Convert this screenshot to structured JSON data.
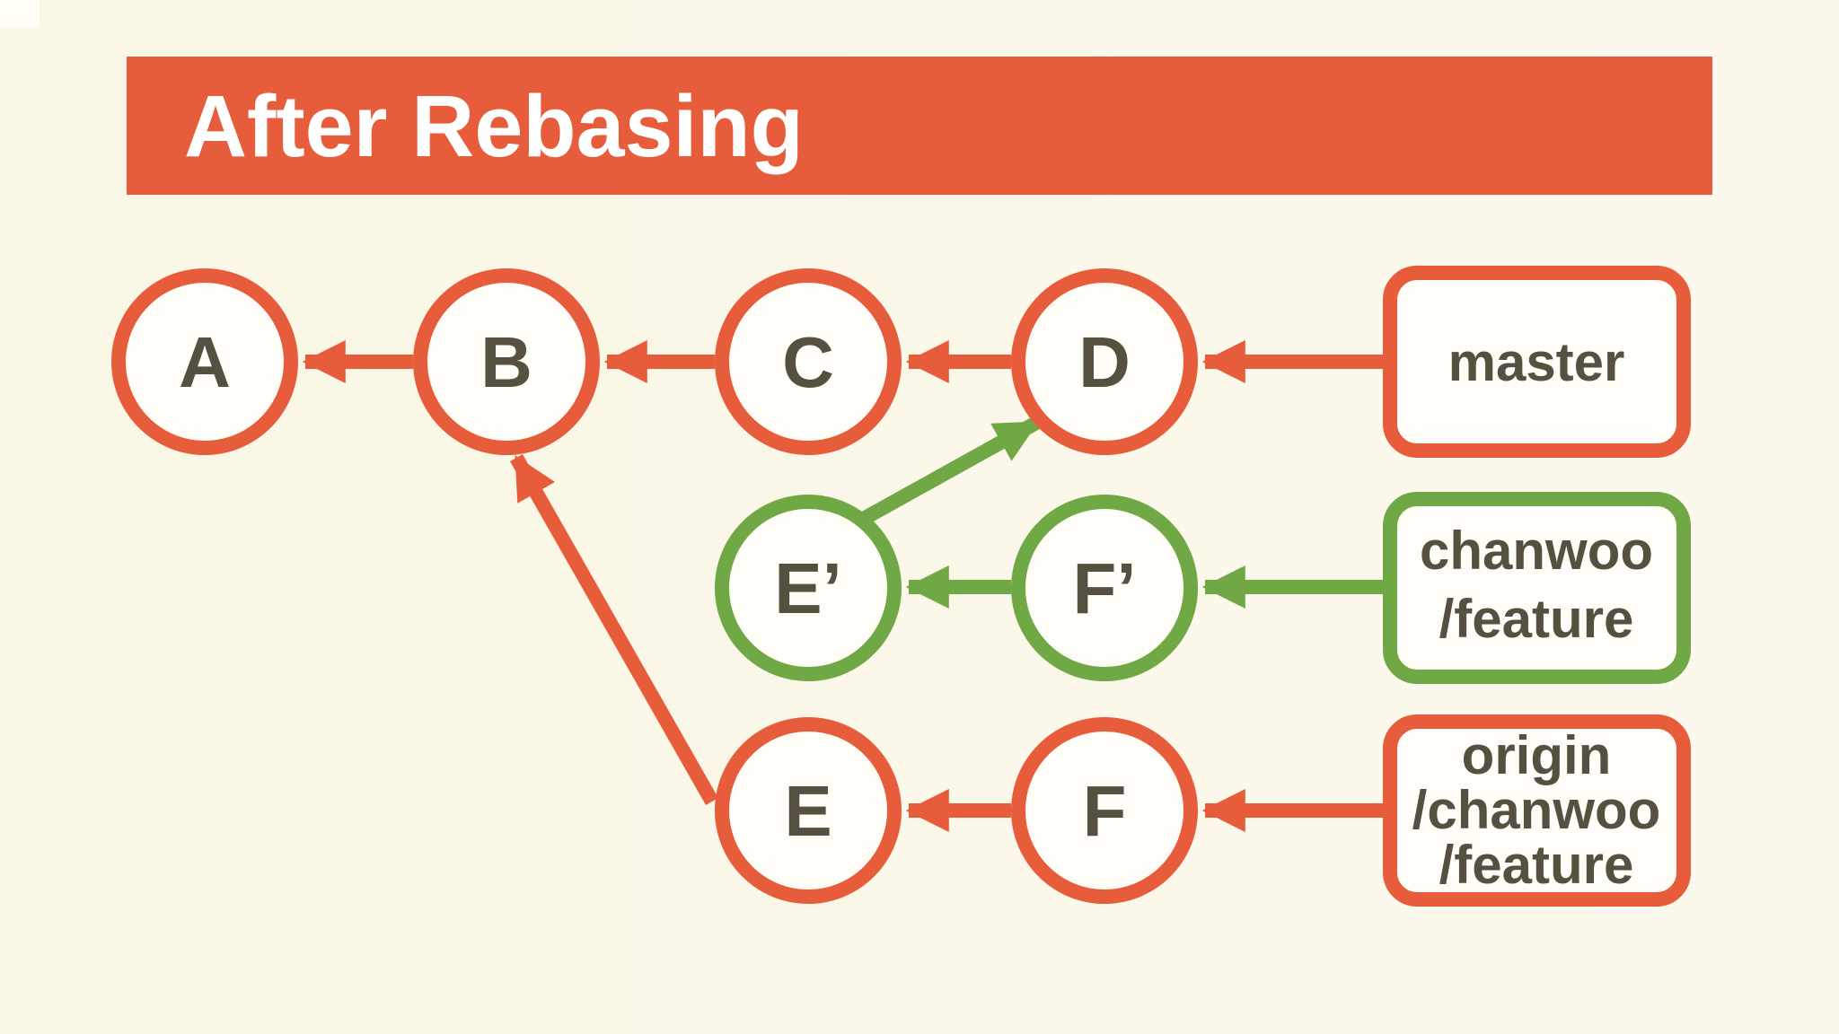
{
  "title": {
    "text": "After Rebasing"
  },
  "commits": {
    "A": {
      "label": "A"
    },
    "B": {
      "label": "B"
    },
    "C": {
      "label": "C"
    },
    "D": {
      "label": "D"
    },
    "E_prime": {
      "label": "E’"
    },
    "F_prime": {
      "label": "F’"
    },
    "E": {
      "label": "E"
    },
    "F": {
      "label": "F"
    }
  },
  "branch_labels": {
    "master": {
      "lines": [
        "master"
      ]
    },
    "chanwoo_feature": {
      "lines": [
        "chanwoo",
        "/feature"
      ]
    },
    "origin_chanwoo_feature": {
      "lines": [
        "origin",
        "/chanwoo",
        "/feature"
      ]
    }
  },
  "colors": {
    "accent_orange": "#e75d3b",
    "accent_green": "#6fa845",
    "background_left": "#faf7e7",
    "background_right": "#fdf8ee",
    "node_fill": "#fffdf8",
    "commit_text": "#565040",
    "title_text": "#ffffff",
    "corner_patch": "#fefdf6"
  }
}
